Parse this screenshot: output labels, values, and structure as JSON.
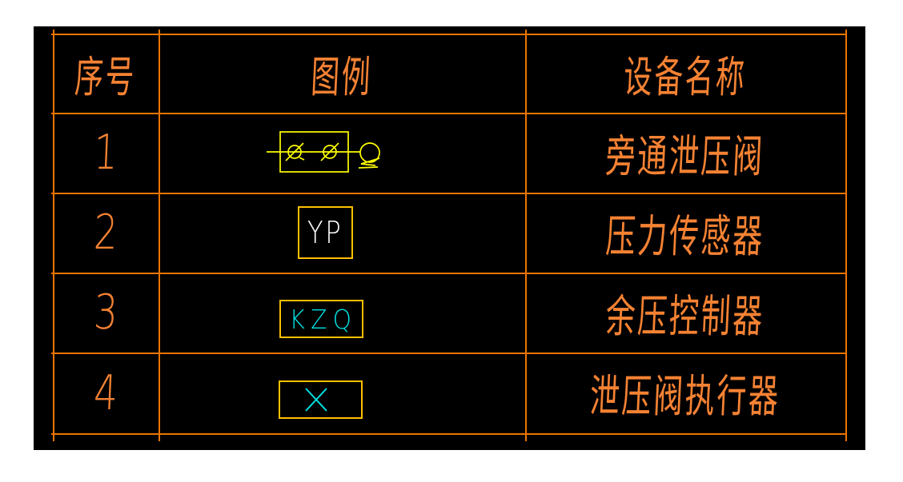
{
  "drawing_title": "equipment-legend-table",
  "table": {
    "headers": {
      "col1": "序号",
      "col2": "图例",
      "col3": "设备名称"
    },
    "rows": [
      {
        "no": "1",
        "symbol": "bypass-relief-valve-symbol",
        "symbol_text": "",
        "name": "旁通泄压阀"
      },
      {
        "no": "2",
        "symbol": "boxed-label-symbol",
        "symbol_text": "YP",
        "name": "压力传感器"
      },
      {
        "no": "3",
        "symbol": "boxed-label-symbol",
        "symbol_text": "KZQ",
        "name": "余压控制器"
      },
      {
        "no": "4",
        "symbol": "boxed-x-mark-symbol",
        "symbol_text": "",
        "name": "泄压阀执行器"
      }
    ]
  },
  "colors": {
    "page_background": "#ffffff",
    "drawing_background": "#000000",
    "grid_orange": "#ed7500",
    "text_orange": "#f58233",
    "symbol_yellow": "#ffff00",
    "box_amber": "#ffc000",
    "label_white": "#ffffff",
    "label_cyan": "#00e0e0"
  }
}
